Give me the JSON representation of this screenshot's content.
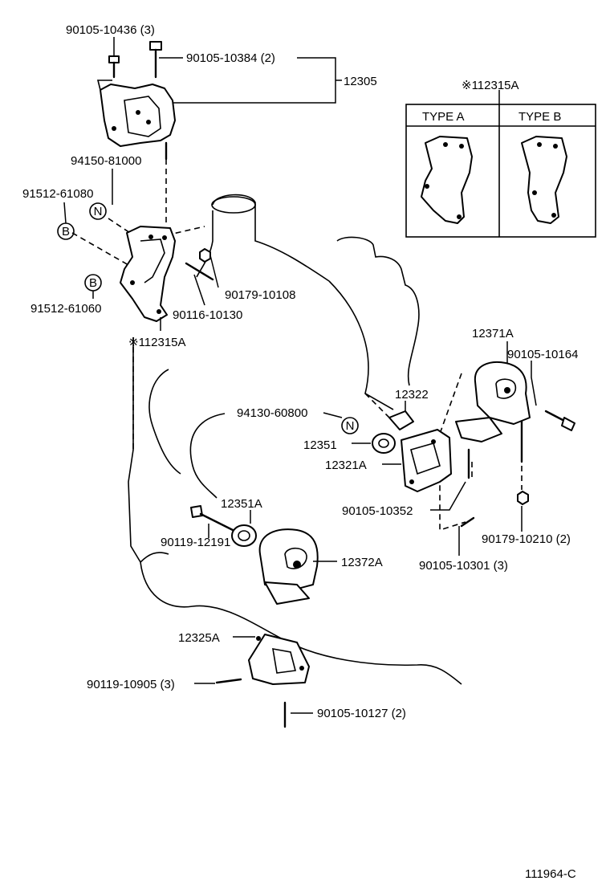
{
  "diagram_id": "111964-C",
  "callouts": {
    "p90105_10436": "90105-10436 (3)",
    "p90105_10384": "90105-10384 (2)",
    "p12305": "12305",
    "p94150_81000": "94150-81000",
    "p91512_61080": "91512-61080",
    "p90179_10108": "90179-10108",
    "p90116_10130": "90116-10130",
    "p91512_61060": "91512-61060",
    "p112315A_left": "※112315A",
    "p112315A_box": "※112315A",
    "p12371A": "12371A",
    "p90105_10164": "90105-10164",
    "p12322": "12322",
    "p94130_60800": "94130-60800",
    "p12351": "12351",
    "p12321A": "12321A",
    "p90105_10352": "90105-10352",
    "p12351A": "12351A",
    "p90179_10210": "90179-10210 (2)",
    "p90119_12191": "90119-12191",
    "p12372A": "12372A",
    "p90105_10301": "90105-10301 (3)",
    "p12325A": "12325A",
    "p90119_10905": "90119-10905 (3)",
    "p90105_10127": "90105-10127 (2)"
  },
  "type_table": {
    "type_a": "TYPE  A",
    "type_b": "TYPE  B"
  },
  "markers": {
    "n": "N",
    "b": "B"
  }
}
